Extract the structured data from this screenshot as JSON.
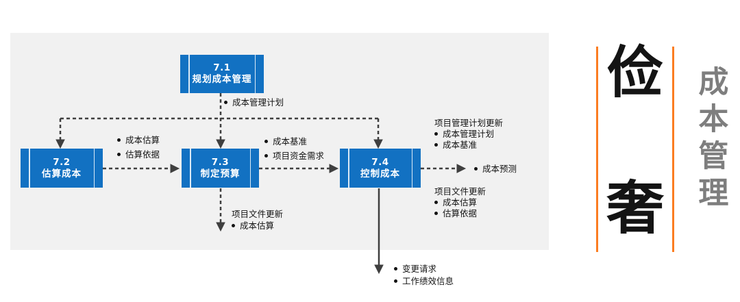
{
  "colors": {
    "node_fill": "#1271C2",
    "node_text": "#FFFFFF",
    "connector": "#3F3F3F",
    "panel_bg": "#F1F1F1",
    "accent_orange": "#FB7D21",
    "side_title_gray": "#7E7E7E",
    "label_text": "#141414"
  },
  "diagram": {
    "nodes": [
      {
        "num": "7.1",
        "label": "规划成本管理"
      },
      {
        "num": "7.2",
        "label": "估算成本"
      },
      {
        "num": "7.3",
        "label": "制定预算"
      },
      {
        "num": "7.4",
        "label": "控制成本"
      }
    ],
    "labels": {
      "plan_output": "成本管理计划",
      "estimate_outputs": [
        "成本估算",
        "估算依据"
      ],
      "budget_inputs": [
        "成本基准",
        "项目资金需求"
      ],
      "forecast": "成本预测",
      "control_outputs_top": {
        "title": "项目管理计划更新",
        "items": [
          "成本管理计划",
          "成本基准"
        ]
      },
      "control_outputs_bottom": {
        "title": "项目文件更新",
        "items": [
          "成本估算",
          "估算依据"
        ]
      },
      "budget_doc_updates": {
        "title": "项目文件更新",
        "items": [
          "成本估算"
        ]
      },
      "control_down_outputs": [
        "变更请求",
        "工作绩效信息"
      ]
    }
  },
  "side_panel": {
    "char_top": "俭",
    "char_bottom": "奢",
    "vertical_title": "成本管理"
  }
}
